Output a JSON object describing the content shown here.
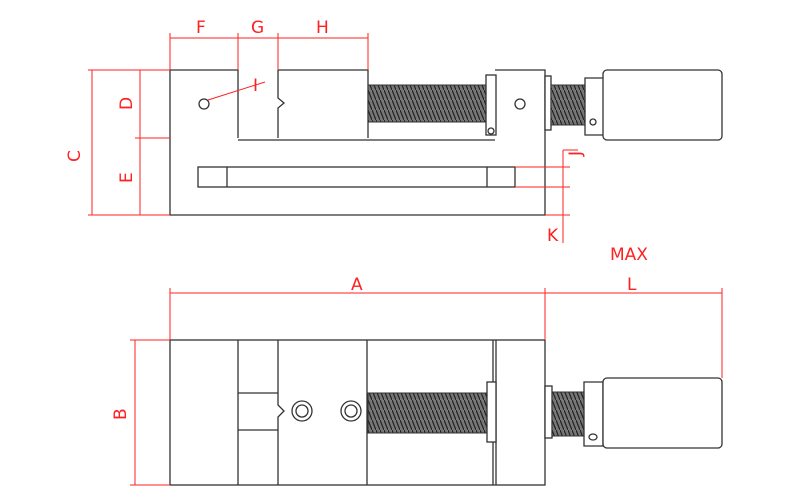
{
  "labels": {
    "A": "A",
    "B": "B",
    "C": "C",
    "D": "D",
    "E": "E",
    "F": "F",
    "G": "G",
    "H": "H",
    "I": "I",
    "J": "J",
    "K": "K",
    "L": "L",
    "max": "MAX"
  },
  "colors": {
    "dimension": "#ff2020",
    "outline": "#333333"
  }
}
